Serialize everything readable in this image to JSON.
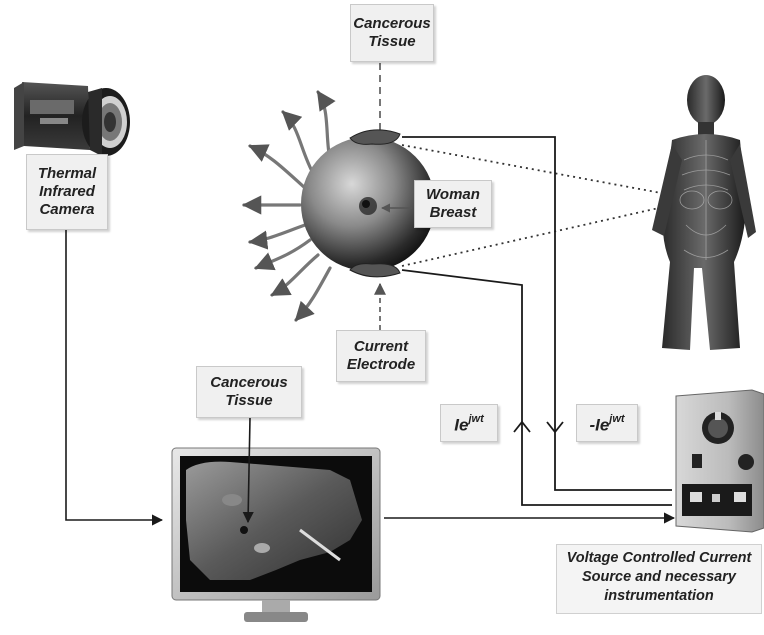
{
  "labels": {
    "cancerous_tissue_top": [
      "Cancerous",
      "Tissue"
    ],
    "thermal_camera": [
      "Thermal",
      "Infrared",
      "Camera"
    ],
    "woman_breast": [
      "Woman",
      "Breast"
    ],
    "current_electrode": [
      "Current",
      "Electrode"
    ],
    "cancerous_tissue_monitor": [
      "Cancerous",
      "Tissue"
    ],
    "current_in": {
      "base": "Ie",
      "sup": "jwt"
    },
    "current_out": {
      "base": "-Ie",
      "sup": "jwt"
    },
    "source_caption": [
      "Voltage Controlled Current",
      "Source and necessary",
      "instrumentation"
    ]
  },
  "colors": {
    "line": "#1a1a1a",
    "label_bg": "#f0f0f0",
    "dashed": "#777777"
  },
  "icons": {
    "camera": "thermal-camera-icon",
    "breast": "breast-sphere-icon",
    "body": "human-body-icon",
    "monitor": "monitor-icon",
    "source": "current-source-box-icon"
  }
}
